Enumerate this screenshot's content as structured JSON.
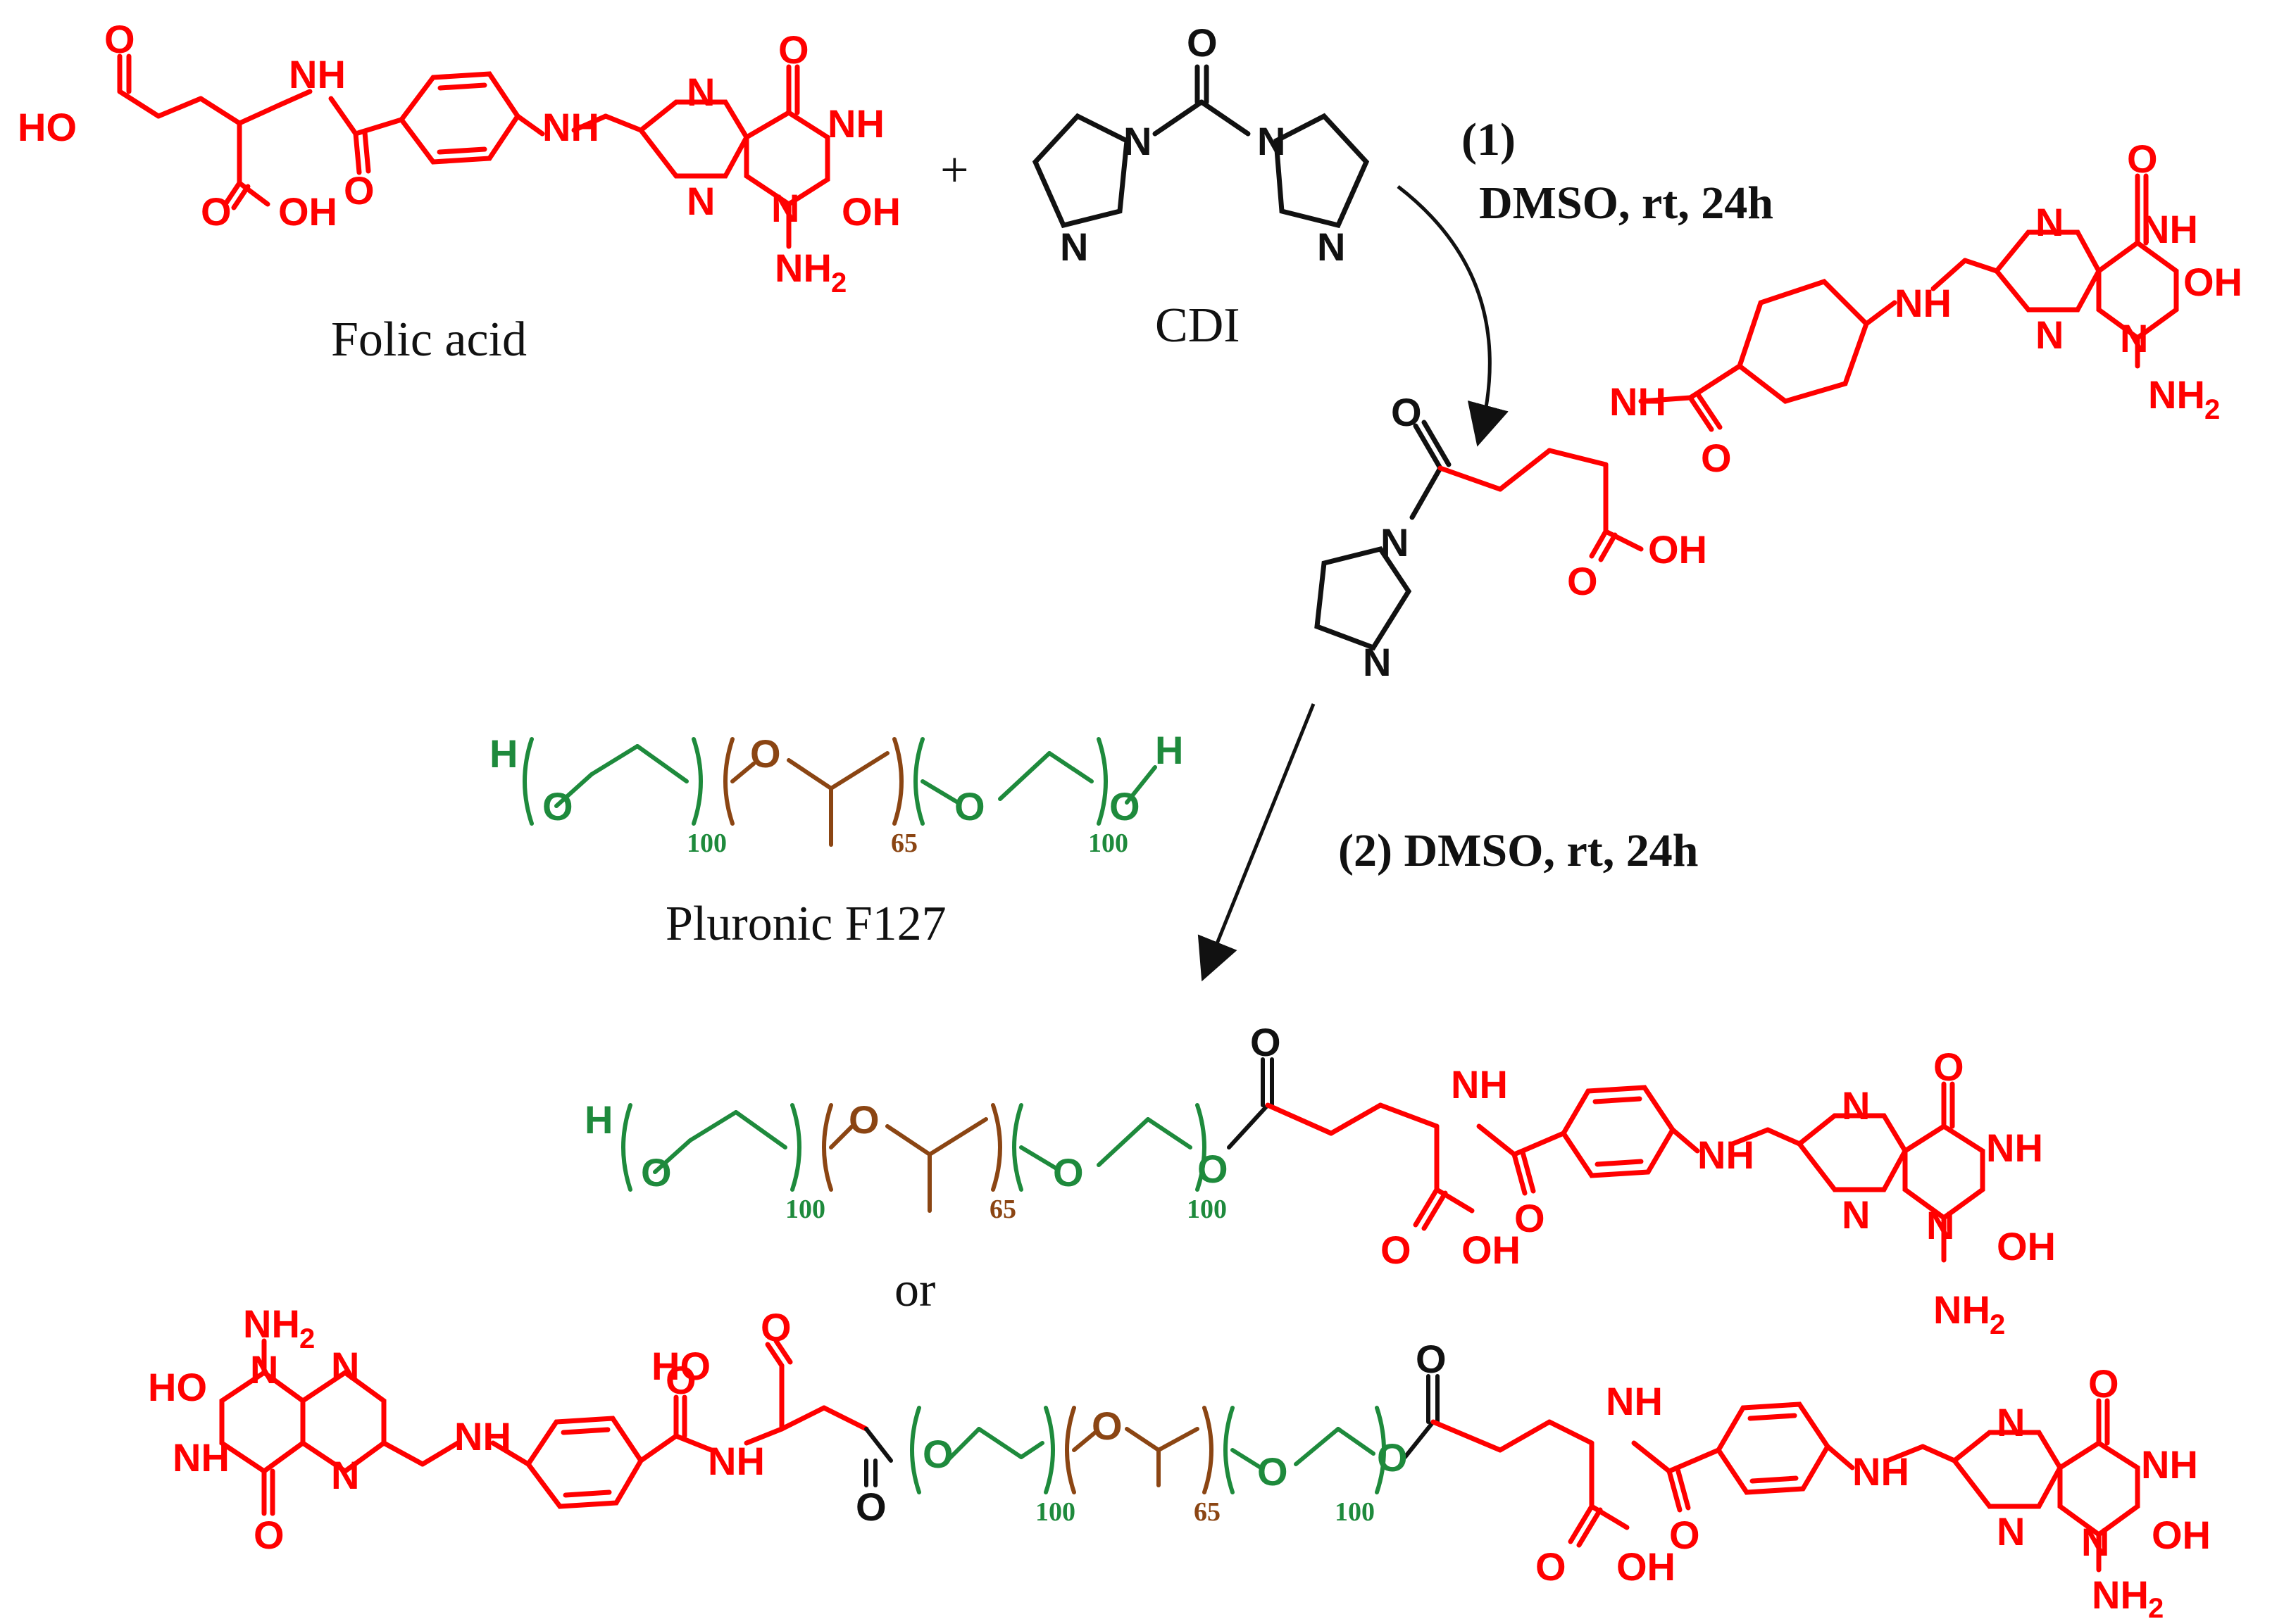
{
  "colors": {
    "folate": "#ff0000",
    "peg": "#1e8a3c",
    "ppg": "#8b4513",
    "linker": "#111111",
    "arrow": "#111111"
  },
  "atoms": {
    "oxygen": "O",
    "hydroxyl": "OH",
    "hydroxyl_left": "HO",
    "amine": "NH",
    "amino": "NH",
    "amino_sub": "2",
    "nitrogen": "N",
    "hydrogen": "H",
    "plus": "+"
  },
  "labels": {
    "folic_acid": "Folic acid",
    "cdi": "CDI",
    "pluronic": "Pluronic F127",
    "or": "or"
  },
  "steps": {
    "step1_number": "(1)",
    "step1_conditions": "DMSO, rt, 24h",
    "step2": "(2) DMSO, rt, 24h"
  },
  "repeat_units": {
    "peo": "100",
    "ppo": "65"
  }
}
